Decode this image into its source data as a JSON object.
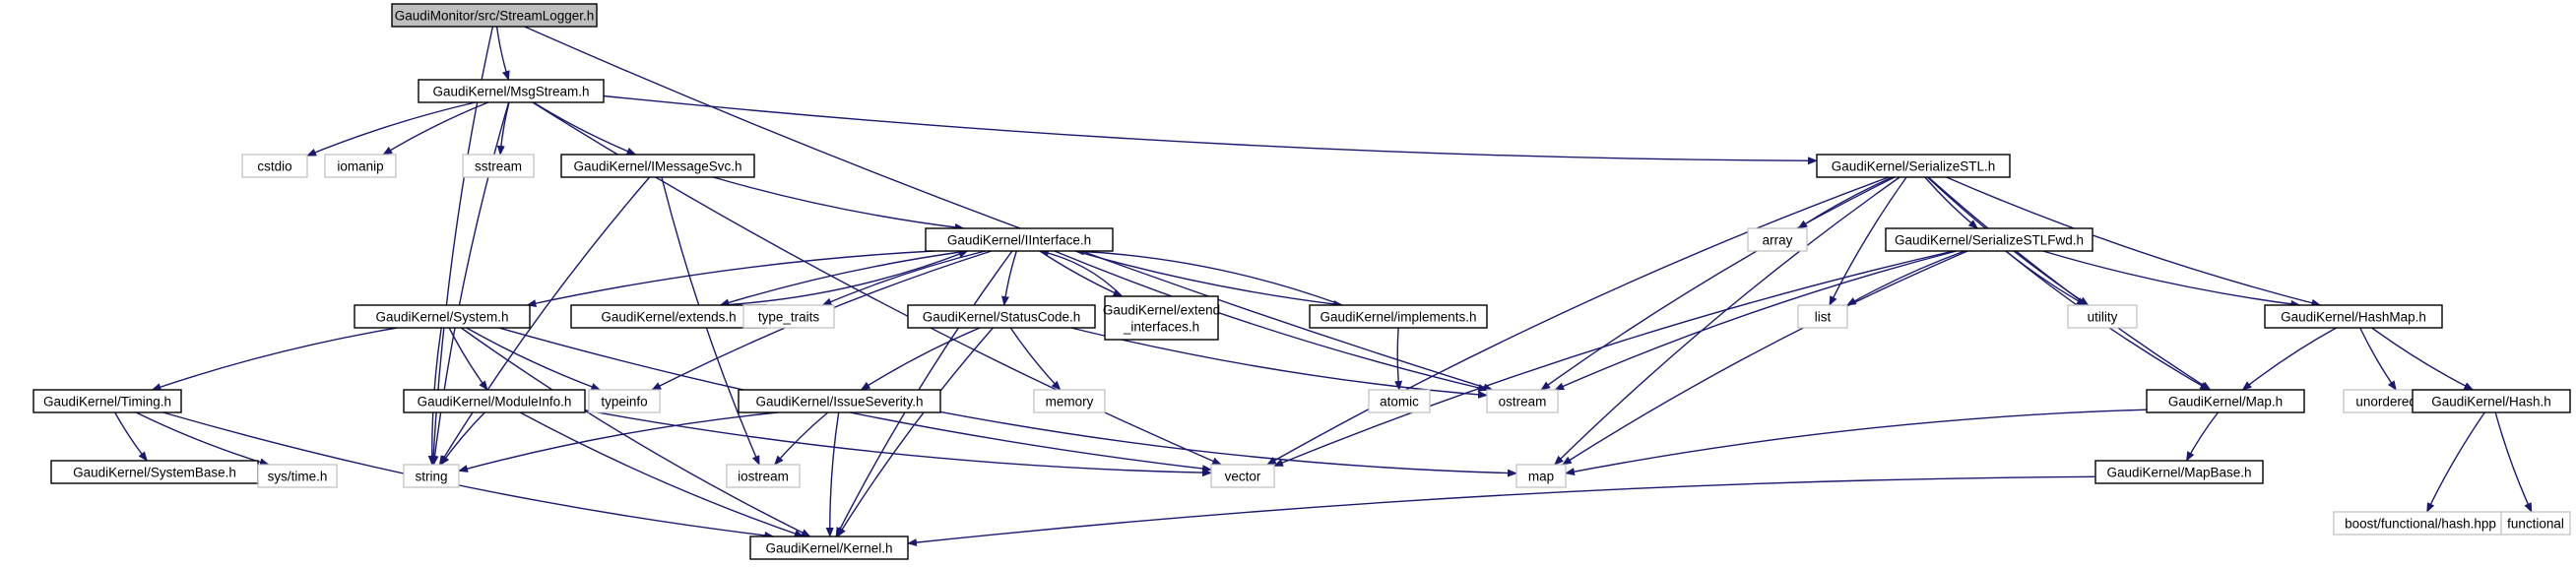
{
  "graph": {
    "nodes": [
      {
        "id": "root",
        "label": "GaudiMonitor/src/StreamLogger.h",
        "kind": "root"
      },
      {
        "id": "msgstream",
        "label": "GaudiKernel/MsgStream.h",
        "kind": "internal"
      },
      {
        "id": "cstdio",
        "label": "cstdio",
        "kind": "external"
      },
      {
        "id": "iomanip",
        "label": "iomanip",
        "kind": "external"
      },
      {
        "id": "sstream",
        "label": "sstream",
        "kind": "external"
      },
      {
        "id": "imessagesvc",
        "label": "GaudiKernel/IMessageSvc.h",
        "kind": "internal"
      },
      {
        "id": "serializestl",
        "label": "GaudiKernel/SerializeSTL.h",
        "kind": "internal"
      },
      {
        "id": "iinterface",
        "label": "GaudiKernel/IInterface.h",
        "kind": "internal"
      },
      {
        "id": "array",
        "label": "array",
        "kind": "external"
      },
      {
        "id": "serializestlfwd",
        "label": "GaudiKernel/SerializeSTLFwd.h",
        "kind": "internal"
      },
      {
        "id": "system",
        "label": "GaudiKernel/System.h",
        "kind": "internal"
      },
      {
        "id": "extends",
        "label": "GaudiKernel/extends.h",
        "kind": "internal"
      },
      {
        "id": "type_traits",
        "label": "type_traits",
        "kind": "external"
      },
      {
        "id": "statuscode",
        "label": "GaudiKernel/StatusCode.h",
        "kind": "internal"
      },
      {
        "id": "extend_interfaces",
        "label": "GaudiKernel/extend\n_interfaces.h",
        "kind": "internal"
      },
      {
        "id": "implements",
        "label": "GaudiKernel/implements.h",
        "kind": "internal"
      },
      {
        "id": "list",
        "label": "list",
        "kind": "external"
      },
      {
        "id": "utility",
        "label": "utility",
        "kind": "external"
      },
      {
        "id": "hashmap",
        "label": "GaudiKernel/HashMap.h",
        "kind": "internal"
      },
      {
        "id": "timing",
        "label": "GaudiKernel/Timing.h",
        "kind": "internal"
      },
      {
        "id": "moduleinfo",
        "label": "GaudiKernel/ModuleInfo.h",
        "kind": "internal"
      },
      {
        "id": "typeinfo",
        "label": "typeinfo",
        "kind": "external"
      },
      {
        "id": "issueseverity",
        "label": "GaudiKernel/IssueSeverity.h",
        "kind": "internal"
      },
      {
        "id": "memory",
        "label": "memory",
        "kind": "external"
      },
      {
        "id": "atomic",
        "label": "atomic",
        "kind": "external"
      },
      {
        "id": "ostream",
        "label": "ostream",
        "kind": "external"
      },
      {
        "id": "map_h",
        "label": "GaudiKernel/Map.h",
        "kind": "internal"
      },
      {
        "id": "unordered_map",
        "label": "unordered_map",
        "kind": "external"
      },
      {
        "id": "hash_h",
        "label": "GaudiKernel/Hash.h",
        "kind": "internal"
      },
      {
        "id": "systembase",
        "label": "GaudiKernel/SystemBase.h",
        "kind": "internal"
      },
      {
        "id": "systime",
        "label": "sys/time.h",
        "kind": "external"
      },
      {
        "id": "string",
        "label": "string",
        "kind": "external"
      },
      {
        "id": "iostream",
        "label": "iostream",
        "kind": "external"
      },
      {
        "id": "vector",
        "label": "vector",
        "kind": "external"
      },
      {
        "id": "map",
        "label": "map",
        "kind": "external"
      },
      {
        "id": "mapbase",
        "label": "GaudiKernel/MapBase.h",
        "kind": "internal"
      },
      {
        "id": "boost_hash",
        "label": "boost/functional/hash.hpp",
        "kind": "external"
      },
      {
        "id": "functional",
        "label": "functional",
        "kind": "external"
      },
      {
        "id": "kernel",
        "label": "GaudiKernel/Kernel.h",
        "kind": "internal"
      }
    ],
    "edges": [
      [
        "root",
        "msgstream"
      ],
      [
        "root",
        "string"
      ],
      [
        "root",
        "ostream"
      ],
      [
        "msgstream",
        "cstdio"
      ],
      [
        "msgstream",
        "iomanip"
      ],
      [
        "msgstream",
        "sstream"
      ],
      [
        "msgstream",
        "imessagesvc"
      ],
      [
        "msgstream",
        "serializestl"
      ],
      [
        "msgstream",
        "string"
      ],
      [
        "msgstream",
        "vector"
      ],
      [
        "imessagesvc",
        "iinterface"
      ],
      [
        "imessagesvc",
        "string"
      ],
      [
        "imessagesvc",
        "iostream"
      ],
      [
        "iinterface",
        "system"
      ],
      [
        "iinterface",
        "extends"
      ],
      [
        "iinterface",
        "typeinfo"
      ],
      [
        "iinterface",
        "type_traits"
      ],
      [
        "iinterface",
        "statuscode"
      ],
      [
        "iinterface",
        "extend_interfaces"
      ],
      [
        "iinterface",
        "implements"
      ],
      [
        "iinterface",
        "ostream"
      ],
      [
        "iinterface",
        "kernel"
      ],
      [
        "extends",
        "iinterface"
      ],
      [
        "extend_interfaces",
        "iinterface"
      ],
      [
        "implements",
        "iinterface"
      ],
      [
        "implements",
        "atomic"
      ],
      [
        "system",
        "timing"
      ],
      [
        "system",
        "moduleinfo"
      ],
      [
        "system",
        "typeinfo"
      ],
      [
        "system",
        "string"
      ],
      [
        "system",
        "vector"
      ],
      [
        "system",
        "kernel"
      ],
      [
        "timing",
        "systembase"
      ],
      [
        "timing",
        "systime"
      ],
      [
        "timing",
        "kernel"
      ],
      [
        "moduleinfo",
        "string"
      ],
      [
        "moduleinfo",
        "vector"
      ],
      [
        "moduleinfo",
        "kernel"
      ],
      [
        "statuscode",
        "issueseverity"
      ],
      [
        "statuscode",
        "memory"
      ],
      [
        "statuscode",
        "ostream"
      ],
      [
        "statuscode",
        "kernel"
      ],
      [
        "issueseverity",
        "map"
      ],
      [
        "issueseverity",
        "iostream"
      ],
      [
        "issueseverity",
        "string"
      ],
      [
        "issueseverity",
        "kernel"
      ],
      [
        "serializestl",
        "array"
      ],
      [
        "serializestl",
        "serializestlfwd"
      ],
      [
        "serializestl",
        "list"
      ],
      [
        "serializestl",
        "utility"
      ],
      [
        "serializestl",
        "hashmap"
      ],
      [
        "serializestl",
        "map_h"
      ],
      [
        "serializestl",
        "ostream"
      ],
      [
        "serializestl",
        "vector"
      ],
      [
        "serializestl",
        "map"
      ],
      [
        "serializestlfwd",
        "list"
      ],
      [
        "serializestlfwd",
        "utility"
      ],
      [
        "serializestlfwd",
        "hashmap"
      ],
      [
        "serializestlfwd",
        "map_h"
      ],
      [
        "serializestlfwd",
        "ostream"
      ],
      [
        "serializestlfwd",
        "vector"
      ],
      [
        "serializestlfwd",
        "map"
      ],
      [
        "hashmap",
        "map_h"
      ],
      [
        "hashmap",
        "unordered_map"
      ],
      [
        "hashmap",
        "hash_h"
      ],
      [
        "map_h",
        "map"
      ],
      [
        "map_h",
        "mapbase"
      ],
      [
        "mapbase",
        "kernel"
      ],
      [
        "hash_h",
        "boost_hash"
      ],
      [
        "hash_h",
        "functional"
      ]
    ]
  }
}
